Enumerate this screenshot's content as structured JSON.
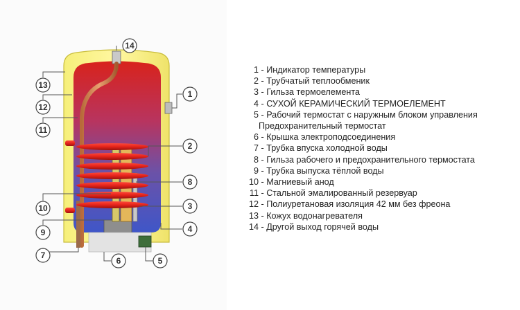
{
  "diagram": {
    "callout_labels": [
      "14",
      "13",
      "12",
      "11",
      "1",
      "2",
      "8",
      "10",
      "3",
      "9",
      "4",
      "7",
      "6",
      "5"
    ]
  },
  "legend": {
    "separator": " - ",
    "items": [
      {
        "num": "1",
        "text": "Индикатор температуры"
      },
      {
        "num": "2",
        "text": "Трубчатый теплообменик"
      },
      {
        "num": "3",
        "text": "Гильза термоелемента"
      },
      {
        "num": "4",
        "text": "СУХОЙ КЕРАМИЧЕСКИЙ ТЕРМОЕЛЕМЕНТ"
      },
      {
        "num": "5",
        "text": "Рабочий термостат с наружным блоком управления",
        "text2": "Предохранительный термостат"
      },
      {
        "num": "6",
        "text": "Крышка электроподсоединения"
      },
      {
        "num": "7",
        "text": "Трубка впуска холодной воды"
      },
      {
        "num": "8",
        "text": "Гильза рабочего и предохранительного термостата"
      },
      {
        "num": "9",
        "text": "Трубка выпуска тёплой воды"
      },
      {
        "num": "10",
        "text": "Магниевый анод"
      },
      {
        "num": "11",
        "text": "Стальной эмалированный резервуар"
      },
      {
        "num": "12",
        "text": "Полиуретановая изоляция 42  мм без фреона"
      },
      {
        "num": "13",
        "text": "Кожух водонагревателя"
      },
      {
        "num": "14",
        "text": "Другой выход горячей воды"
      }
    ]
  }
}
